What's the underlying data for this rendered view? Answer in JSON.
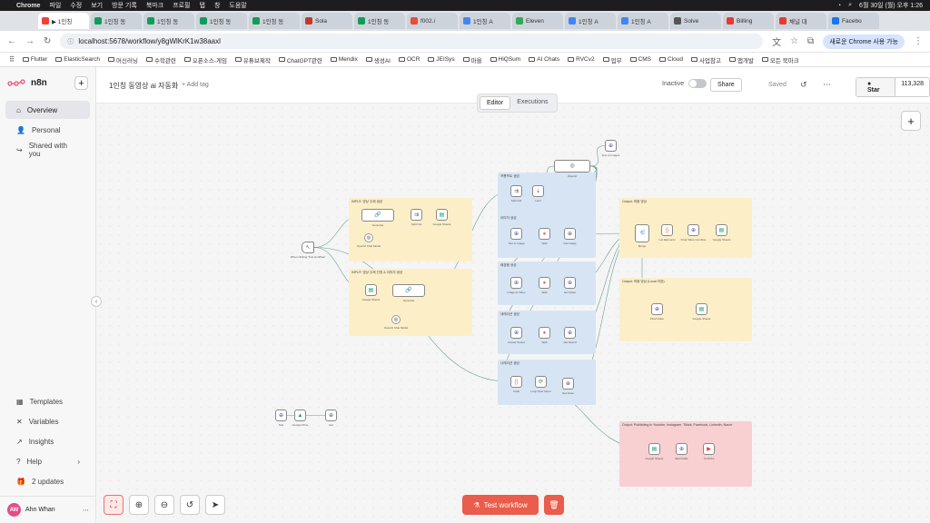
{
  "mac": {
    "app": "Chrome",
    "menus": [
      "파일",
      "수정",
      "보기",
      "방문 기록",
      "북마크",
      "프로필",
      "탭",
      "창",
      "도움말"
    ],
    "clock": "6월 30일 (월) 오후 1:26"
  },
  "tabs": [
    {
      "label": "▶ 1인칭",
      "color": "#ea4335",
      "active": true
    },
    {
      "label": "1인칭 동",
      "color": "#0f9d58"
    },
    {
      "label": "1인칭 동",
      "color": "#0f9d58"
    },
    {
      "label": "1인칭 동",
      "color": "#0f9d58"
    },
    {
      "label": "1인칭 동",
      "color": "#0f9d58"
    },
    {
      "label": "Sola",
      "color": "#c0392b"
    },
    {
      "label": "1인칭 동",
      "color": "#0f9d58"
    },
    {
      "label": "f002.i",
      "color": "#e74c3c"
    },
    {
      "label": "1인칭 A",
      "color": "#4285f4"
    },
    {
      "label": "Eleven",
      "color": "#34a853"
    },
    {
      "label": "1인칭 A",
      "color": "#4285f4"
    },
    {
      "label": "1인칭 A",
      "color": "#4285f4"
    },
    {
      "label": "Solve",
      "color": "#555555"
    },
    {
      "label": "Billing",
      "color": "#e53935"
    },
    {
      "label": "채널 대",
      "color": "#e53935"
    },
    {
      "label": "Facebo",
      "color": "#1877f2"
    }
  ],
  "address": {
    "url": "localhost:5678/workflow/y8gWlKrK1w38aaxl",
    "chrome_button": "새로운 Chrome 사용 가능"
  },
  "bookmarks": [
    "Flutter",
    "ElasticSearch",
    "머신러닝",
    "수학관련",
    "오픈소스-게임",
    "유튜브제작",
    "ChatGPT관련",
    "Mendix",
    "생성AI",
    "OCR",
    "JEISys",
    "마을",
    "HiQSum",
    "AI Chats",
    "RVCv2",
    "업무",
    "CMS",
    "Cloud",
    "사업참고",
    "앱개발",
    "모든 북마크"
  ],
  "sidebar": {
    "brand": "n8n",
    "items": [
      "Overview",
      "Personal",
      "Shared with you"
    ],
    "bottom_items": [
      "Templates",
      "Variables",
      "Insights",
      "Help",
      "2 updates"
    ],
    "user_initials": "AW",
    "user_name": "Ahn Whan"
  },
  "header": {
    "workflow_name": "1인칭 동영상 ai 자동화",
    "add_tag": "+ Add tag",
    "status": "Inactive",
    "share": "Share",
    "saved": "Saved",
    "star": "Star",
    "star_count": "113,328"
  },
  "mode_tabs": [
    "Editor",
    "Executions"
  ],
  "canvas": {
    "stickies": [
      {
        "id": "input1",
        "title": "INPUT: 영상 주제 생성",
        "color": "y"
      },
      {
        "id": "input2",
        "title": "INPUT: 영상 주제 선정 & 이미지 생성",
        "color": "y"
      },
      {
        "id": "prompt",
        "title": "프롬프트 생성",
        "color": "b"
      },
      {
        "id": "s1",
        "title": "이미지 생성",
        "color": "b"
      },
      {
        "id": "s2",
        "title": "배경음 생성",
        "color": "b"
      },
      {
        "id": "s3",
        "title": "내레이션 생성",
        "color": "b"
      },
      {
        "id": "s4",
        "title": "나레이션 생성",
        "color": "b"
      },
      {
        "id": "out1",
        "title": "Output: 최종 영상",
        "color": "y"
      },
      {
        "id": "out2",
        "title": "Output: 최종 영상 (Local 저장)",
        "color": "y"
      },
      {
        "id": "out3",
        "title": "Output: Publishing in Youtube, Instagram, Tiktok, Facebook, Linkedin, Naver",
        "color": "p"
      }
    ],
    "nodes": [
      {
        "id": "trigger",
        "label": "When clicking 'Test workflow'",
        "icon": "↖",
        "color": "#555555"
      },
      {
        "id": "gen1",
        "label": "Generate",
        "icon": "🔗",
        "color": "#555555"
      },
      {
        "id": "split1",
        "label": "Split Out",
        "icon": "⇉",
        "color": "#555555"
      },
      {
        "id": "sheet1",
        "label": "Google Sheets",
        "icon": "▤",
        "color": "#0f9d58"
      },
      {
        "id": "sheet2",
        "label": "Google Sheets",
        "icon": "▤",
        "color": "#0f9d58"
      },
      {
        "id": "gen2",
        "label": "Generate",
        "icon": "🔗",
        "color": "#555555"
      },
      {
        "id": "pSplit",
        "label": "Split Out",
        "icon": "⇉",
        "color": "#555555"
      },
      {
        "id": "pLimit",
        "label": "Limit",
        "icon": "⇣",
        "color": "#555555"
      },
      {
        "id": "pOpenai",
        "label": "OpenAI",
        "icon": "◎",
        "color": "#555555"
      },
      {
        "id": "topHttp",
        "label": "Text to Images",
        "icon": "⊕",
        "color": "#3f51b5"
      },
      {
        "id": "i1",
        "label": "Text to Image",
        "icon": "⊕",
        "color": "#3f51b5"
      },
      {
        "id": "i2",
        "label": "Wait",
        "icon": "⏸",
        "color": "#c62828"
      },
      {
        "id": "i3",
        "label": "Get Image",
        "icon": "⊕",
        "color": "#3f51b5"
      },
      {
        "id": "v1",
        "label": "Image to Video",
        "icon": "⊕",
        "color": "#3f51b5"
      },
      {
        "id": "v2",
        "label": "Wait",
        "icon": "⏸",
        "color": "#c62828"
      },
      {
        "id": "v3",
        "label": "Get Video",
        "icon": "⊕",
        "color": "#3f51b5"
      },
      {
        "id": "a1",
        "label": "Create Sound",
        "icon": "⊕",
        "color": "#3f51b5"
      },
      {
        "id": "a2",
        "label": "Wait",
        "icon": "⏸",
        "color": "#c62828"
      },
      {
        "id": "a3",
        "label": "Get Sound",
        "icon": "⊕",
        "color": "#3f51b5"
      },
      {
        "id": "n1",
        "label": "Code",
        "icon": "{}",
        "color": "#e67e22"
      },
      {
        "id": "n2",
        "label": "Loop Over Items",
        "icon": "⟳",
        "color": "#2e7d32"
      },
      {
        "id": "n3",
        "label": "Get Voice",
        "icon": "⊕",
        "color": "#3f51b5"
      },
      {
        "id": "merge",
        "label": "Merge",
        "icon": "⋲",
        "color": "#1e88e5"
      },
      {
        "id": "o1",
        "label": "List Elements",
        "icon": "{}",
        "color": "#e67e22"
      },
      {
        "id": "o2",
        "label": "Final Video Combine",
        "icon": "⊕",
        "color": "#3f51b5"
      },
      {
        "id": "o3",
        "label": "Google Sheets",
        "icon": "▤",
        "color": "#0f9d58"
      },
      {
        "id": "l1",
        "label": "Final Video",
        "icon": "⊕",
        "color": "#3f51b5"
      },
      {
        "id": "l2",
        "label": "Google Sheets",
        "icon": "▤",
        "color": "#0f9d58"
      },
      {
        "id": "p1",
        "label": "Google Sheets",
        "icon": "▤",
        "color": "#0f9d58"
      },
      {
        "id": "p2",
        "label": "Edit Fields",
        "icon": "⊕",
        "color": "#3f51b5"
      },
      {
        "id": "p3",
        "label": "YouTube",
        "icon": "▶",
        "color": "#e53935"
      },
      {
        "id": "x1",
        "label": "Test",
        "icon": "⊕",
        "color": "#3f51b5"
      },
      {
        "id": "x2",
        "label": "Google Drive",
        "icon": "▲",
        "color": "#0f9d58"
      },
      {
        "id": "x3",
        "label": "Get",
        "icon": "⊕",
        "color": "#3f51b5"
      }
    ],
    "sub_nodes": [
      {
        "id": "s_gen1",
        "label": "OpenAI Chat Model"
      },
      {
        "id": "s_gen2",
        "label": "OpenAI Chat Model"
      }
    ]
  },
  "footer": {
    "test_workflow": "Test workflow"
  }
}
